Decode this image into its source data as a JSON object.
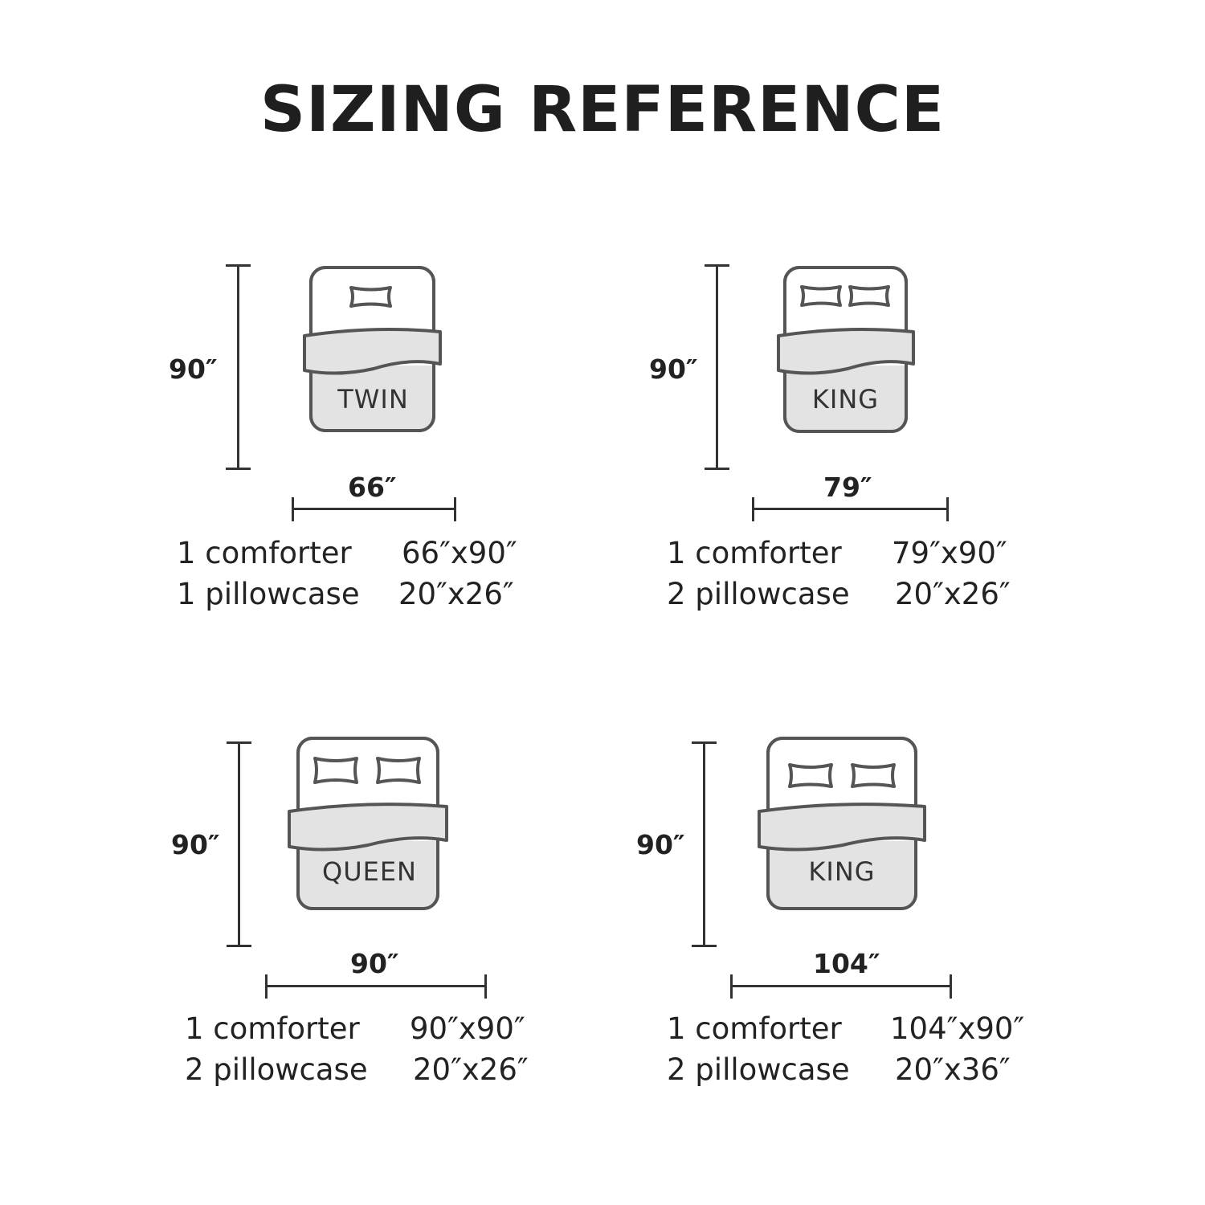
{
  "title": "SIZING REFERENCE",
  "colors": {
    "outline": "#555555",
    "fill": "#e3e3e3",
    "text": "#222222"
  },
  "beds": [
    {
      "label": "TWIN",
      "height": "90″",
      "width": "66″",
      "pillows": 1,
      "specs": [
        {
          "item": "1 comforter",
          "size": "66″x90″"
        },
        {
          "item": "1 pillowcase",
          "size": "20″x26″"
        }
      ]
    },
    {
      "label": "KING",
      "height": "90″",
      "width": "79″",
      "pillows": 2,
      "specs": [
        {
          "item": "1 comforter",
          "size": "79″x90″"
        },
        {
          "item": "2 pillowcase",
          "size": "20″x26″"
        }
      ]
    },
    {
      "label": "QUEEN",
      "height": "90″",
      "width": "90″",
      "pillows": 2,
      "specs": [
        {
          "item": "1 comforter",
          "size": "90″x90″"
        },
        {
          "item": "2 pillowcase",
          "size": "20″x26″"
        }
      ]
    },
    {
      "label": "KING",
      "height": "90″",
      "width": "104″",
      "pillows": 2,
      "specs": [
        {
          "item": "1 comforter",
          "size": "104″x90″"
        },
        {
          "item": "2 pillowcase",
          "size": "20″x36″"
        }
      ]
    }
  ]
}
